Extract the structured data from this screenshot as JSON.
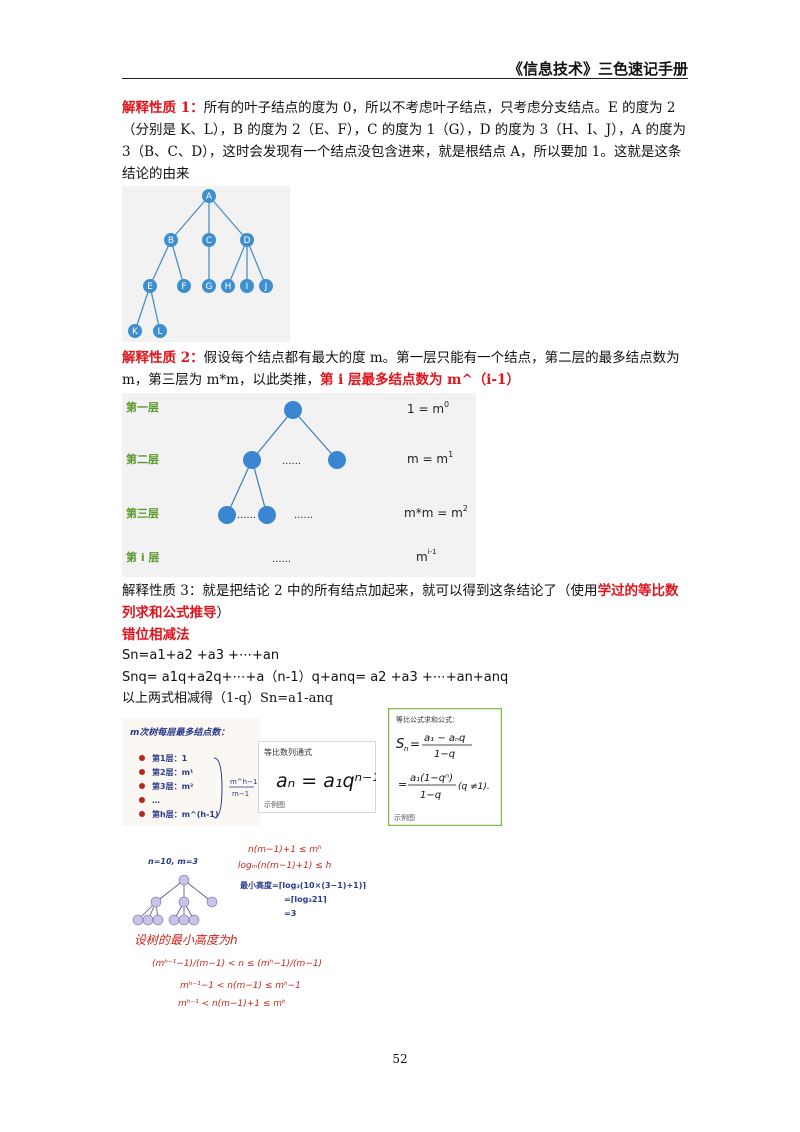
{
  "header": {
    "title": "《信息技术》三色速记手册"
  },
  "p1": {
    "label": "解释性质 1：",
    "text": "所有的叶子结点的度为 0，所以不考虑叶子结点，只考虑分支结点。E 的度为 2（分别是 K、L），B 的度为 2（E、F），C 的度为 1（G），D 的度为 3（H、I、J），A 的度为 3（B、C、D），这时会发现有一个结点没包含进来，就是根结点 A，所以要加 1。这就是这条结论的由来"
  },
  "tree1": {
    "nodes": [
      "A",
      "B",
      "C",
      "D",
      "E",
      "F",
      "G",
      "H",
      "I",
      "J",
      "K",
      "L"
    ]
  },
  "p2": {
    "label": "解释性质 2：",
    "text": "假设每个结点都有最大的度 m。第一层只能有一个结点，第二层的最多结点数为 m，第三层为 m*m，以此类推，",
    "highlight": "第 i 层最多结点数为 m^（i-1）"
  },
  "levels": {
    "l1": "第一层",
    "l2": "第二层",
    "l3": "第三层",
    "l4": "第 i 层",
    "e1": "1 = m",
    "e1sup": "0",
    "e2": "m = m",
    "e2sup": "1",
    "e3": "m*m = m",
    "e3sup": "2",
    "e4": "m",
    "e4sup": "i-1",
    "dots": "......"
  },
  "p3": {
    "text": "解释性质 3：就是把结论 2 中的所有结点加起来，就可以得到这条结论了（使用",
    "highlight": "学过的等比数列求和公式推导",
    "end": "）"
  },
  "method": "错位相减法",
  "formulas": {
    "f1": "Sn=a1+a2 +a3 +⋯+an",
    "f2": "Snq= a1q+a2q+⋯+a（n-1）q+anq= a2 +a3 +⋯+an+anq",
    "f3": "以上两式相减得（1-q）Sn=a1-anq"
  },
  "img_a": {
    "title": "m次树每层最多结点数：",
    "items": [
      "第1层：1",
      "第2层：m¹",
      "第3层：m²",
      "…",
      "第h层：m^(h-1)"
    ],
    "frac_num": "m^h−1",
    "frac_den": "m−1"
  },
  "img_b": {
    "title": "等比数列通式",
    "formula": "aₙ = a₁qⁿ⁻¹",
    "caption": "示例图"
  },
  "img_c": {
    "title": "等比公式求和公式：",
    "caption": "示例图"
  },
  "img_d": {
    "nm": "n=10, m=3",
    "min_label": "最小高度=⌈log₃(10×(3−1)+1)⌉",
    "line2": "=⌈log₃21⌉",
    "line3": "=3",
    "hw1": "n(m−1)+1 ≤ mʰ",
    "hw2": "logₘ(n(m−1)+1) ≤ h",
    "hw3": "设树的最小高度为h",
    "hw4": "(mʰ⁻¹−1)/(m−1) < n ≤ (mʰ−1)/(m−1)",
    "hw5": "mʰ⁻¹−1 < n(m−1) ≤ mʰ−1",
    "hw6": "mʰ⁻¹ < n(m−1)+1 ≤ mʰ"
  },
  "page_number": "52"
}
